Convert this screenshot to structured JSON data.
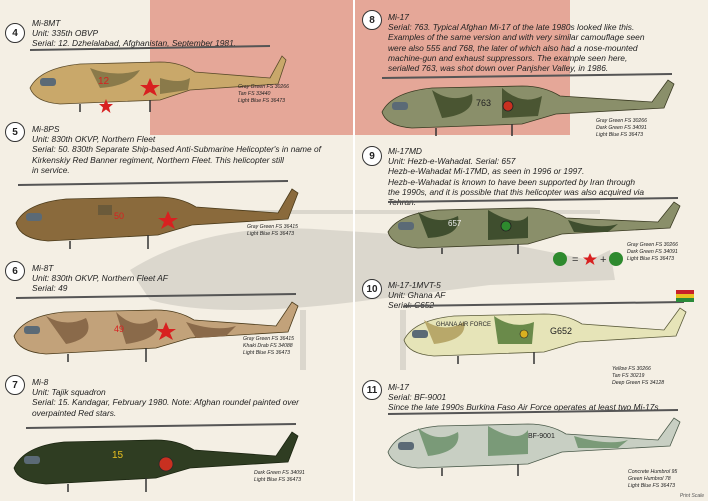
{
  "panels": [
    {
      "number": "4",
      "model": "Mi-8MT",
      "lines": [
        "Unit: 335th OBVP",
        "Serial: 12. Dzhelalabad, Afghanistan, September 1981."
      ],
      "paints": [
        "Gray Green FS 30266",
        "Tan FS 33440",
        "Light Blue FS 36473"
      ],
      "marking": "12"
    },
    {
      "number": "5",
      "model": "Mi-8PS",
      "lines": [
        "Unit: 830th OKVP, Northern Fleet",
        "Serial: 50. 830th Separate Ship-based Anti-Submarine Helicopter's in name of",
        "Kirkenskiy Red Banner regiment, Northern Fleet. This helicopter still",
        "in service."
      ],
      "paints": [
        "Gray Green FS 36415",
        "Light Blue FS 36473"
      ],
      "marking": "50"
    },
    {
      "number": "6",
      "model": "Mi-8T",
      "lines": [
        "Unit: 830th OKVP, Northern Fleet AF",
        "Serial: 49"
      ],
      "paints": [
        "Gray Green FS 36415",
        "Khaki Drab FS 34088",
        "Light Blue FS 36473"
      ],
      "marking": "49"
    },
    {
      "number": "7",
      "model": "Mi-8",
      "lines": [
        "Unit: Tajik squadron",
        "Serial: 15. Kandagar, February 1980. Note: Afghan roundel painted over",
        "overpainted Red stars."
      ],
      "paints": [
        "Dark Green FS 34091",
        "Light Blue FS 36473"
      ],
      "marking": "15"
    },
    {
      "number": "8",
      "model": "Mi-17",
      "lines": [
        "Serial: 763. Typical Afghan Mi-17 of the late 1980s looked like this.",
        "Examples of the same version and with very similar camouflage seen",
        "were also 555 and 768, the later of which also had a nose-mounted",
        "machine-gun and exhaust suppressors. The example seen here,",
        "serialled 763, was shot down over Panjsher Valley, in 1986."
      ],
      "paints": [
        "Gray Green FS 30266",
        "Dark Green FS 34091",
        "Light Blue FS 36473"
      ],
      "marking": "763"
    },
    {
      "number": "9",
      "model": "Mi-17MD",
      "lines": [
        "Unit: Hezb-e-Wahadat. Serial: 657",
        "Hezb-e-Wahadat Mi-17MD, as seen in 1996 or 1997.",
        "Hezb-e-Wahadat is known to have been supported by Iran through",
        "the 1990s, and it is possible that this helicopter was also acquired via",
        "Tehran."
      ],
      "paints": [
        "Gray Green FS 30266",
        "Dark Green FS 34091",
        "Light Blue FS 36473"
      ],
      "marking": "657"
    },
    {
      "number": "10",
      "model": "Mi-17-1MVT-5",
      "lines": [
        "Unit: Ghana AF",
        "Serial: C652"
      ],
      "paints": [
        "Yellow FS 30266",
        "Tan FS 30219",
        "Deep Green FS 34128"
      ],
      "marking": "G652",
      "side_text": "GHANA AIR FORCE"
    },
    {
      "number": "11",
      "model": "Mi-17",
      "lines": [
        "Serial: BF-9001",
        "Since the late 1990s Burkina Faso Air Force operates at least two Mi-17s"
      ],
      "paints": [
        "Concrete Humbrol 95",
        "Green Humbrol 78",
        "Light Blue FS 36473"
      ],
      "marking": "BF-9001"
    }
  ],
  "brand": "Print Scale",
  "colors": {
    "tan": "#c9a86a",
    "brown": "#8a6a3c",
    "olive": "#6b6a3e",
    "gray_green": "#8a8f6a",
    "dark_green": "#2f3d22",
    "light_blue": "#a9c6d6",
    "ghana_cream": "#e6e4b8",
    "concrete": "#c8cfc3",
    "green": "#7a9a78",
    "red_star": "#d82020"
  }
}
